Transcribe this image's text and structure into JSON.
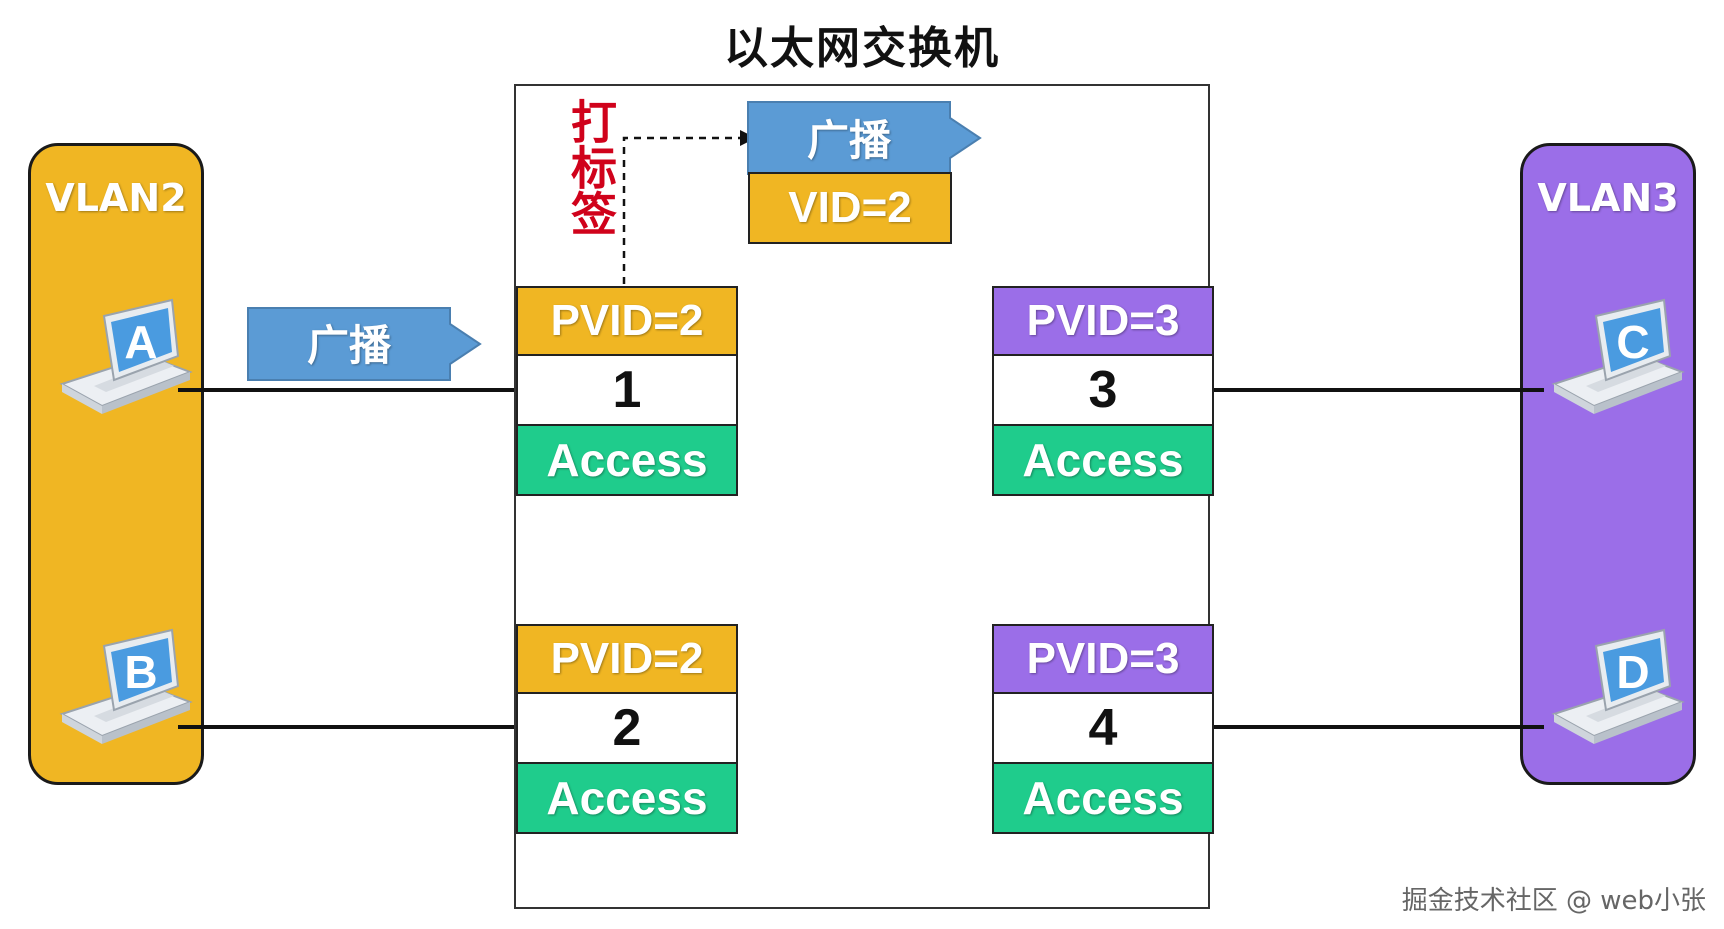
{
  "title": "以太网交换机",
  "vlans": [
    {
      "label": "VLAN2",
      "color": "#f0b623"
    },
    {
      "label": "VLAN3",
      "color": "#9b6ee8"
    }
  ],
  "hosts": [
    "A",
    "B",
    "C",
    "D"
  ],
  "ports": [
    {
      "pvid": "PVID=2",
      "number": "1",
      "mode": "Access",
      "pvid_color": "#f0b623"
    },
    {
      "pvid": "PVID=2",
      "number": "2",
      "mode": "Access",
      "pvid_color": "#f0b623"
    },
    {
      "pvid": "PVID=3",
      "number": "3",
      "mode": "Access",
      "pvid_color": "#9b6ee8"
    },
    {
      "pvid": "PVID=3",
      "number": "4",
      "mode": "Access",
      "pvid_color": "#9b6ee8"
    }
  ],
  "mode_color": "#1fcc8c",
  "incoming_frame": {
    "label": "广播",
    "color": "#5b9bd5"
  },
  "tagging_label": "打标签",
  "tagged_frame": {
    "label": "广播",
    "vid": "VID=2",
    "label_color": "#5b9bd5",
    "vid_color": "#f0b623"
  },
  "watermark": "掘金技术社区 @ web小张"
}
